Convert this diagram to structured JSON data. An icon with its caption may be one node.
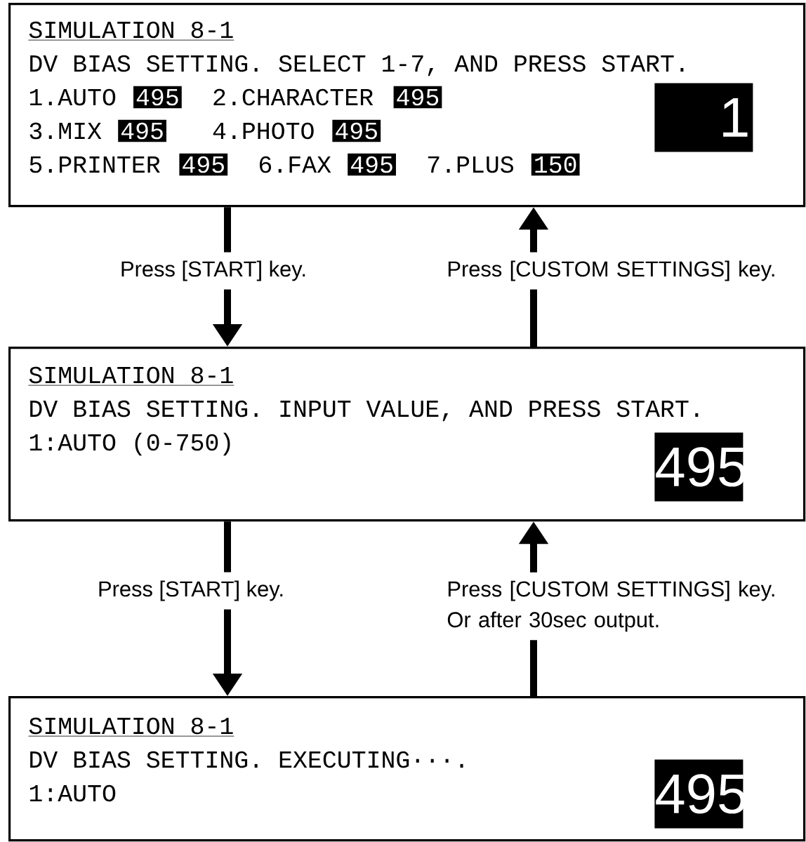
{
  "diagram": {
    "nodes": [
      {
        "text": [
          "SIMULATION 8-1",
          "DV BIAS SETTING. SELECT 1-7, AND PRESS START.",
          "1.AUTO",
          "495",
          "2.CHARACTER",
          "495",
          "3.MIX",
          "495",
          "4.PHOTO",
          "495",
          "5.PRINTER",
          "495",
          "6.FAX",
          "495",
          "7.PLUS",
          "150",
          "1"
        ]
      },
      {
        "text": [
          "SIMULATION 8-1",
          "DV BIAS SETTING. INPUT VALUE, AND PRESS START.",
          "1:AUTO (0-750)",
          "495"
        ]
      },
      {
        "text": [
          "SIMULATION 8-1",
          "DV BIAS SETTING. EXECUTING···.",
          "1:AUTO",
          "495"
        ]
      }
    ],
    "edges": [
      {
        "from": 0,
        "to": 1,
        "arrow": "to",
        "label": "Press [START] key."
      },
      {
        "from": 1,
        "to": 0,
        "arrow": "to",
        "label": "Press [CUSTOM SETTINGS] key."
      },
      {
        "from": 1,
        "to": 2,
        "arrow": "to",
        "label": "Press [START] key."
      },
      {
        "from": 2,
        "to": 1,
        "arrow": "to",
        "label": "Press [CUSTOM SETTINGS] key. Or after 30sec output."
      }
    ]
  }
}
